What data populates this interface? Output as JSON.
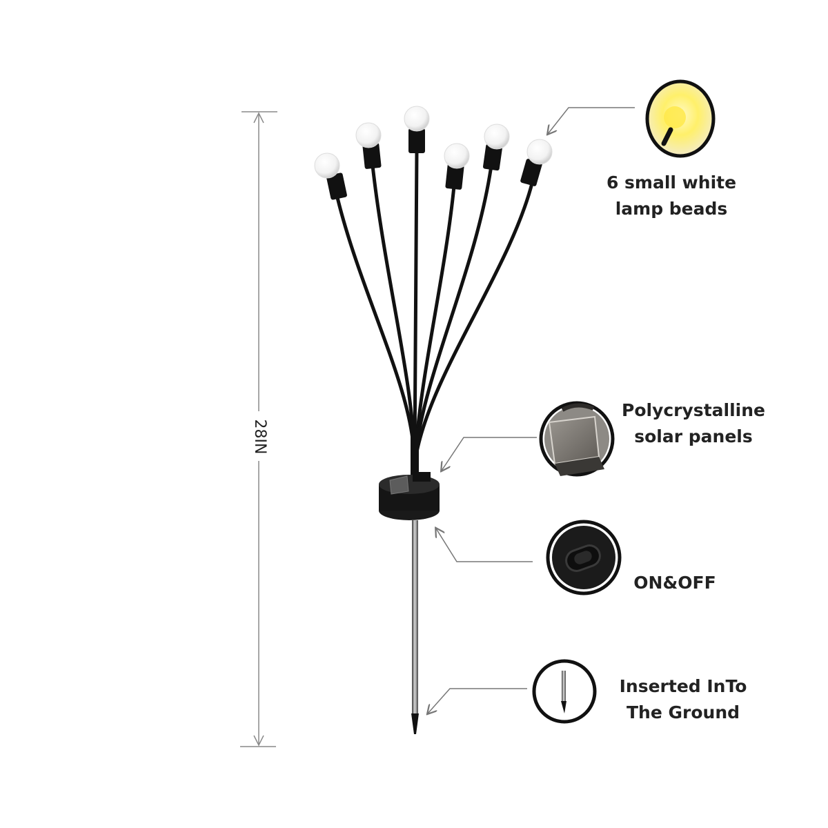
{
  "dimension": {
    "height_label": "28IN"
  },
  "callouts": {
    "lamp_beads": {
      "line1": "6 small white",
      "line2": "lamp beads",
      "icon": "lamp-bead-icon"
    },
    "solar_panel": {
      "line1": "Polycrystalline",
      "line2": "solar panels",
      "icon": "solar-panel-icon"
    },
    "switch": {
      "line1": "ON&OFF",
      "icon": "power-switch-icon"
    },
    "ground_stake": {
      "line1": "Inserted InTo",
      "line2": "The Ground",
      "icon": "ground-stake-icon"
    }
  },
  "product": {
    "bead_count": 6
  },
  "colors": {
    "stem": "#111111",
    "bead": "#f4f4f4",
    "glow": "#fff27a",
    "arrow": "#777777"
  }
}
